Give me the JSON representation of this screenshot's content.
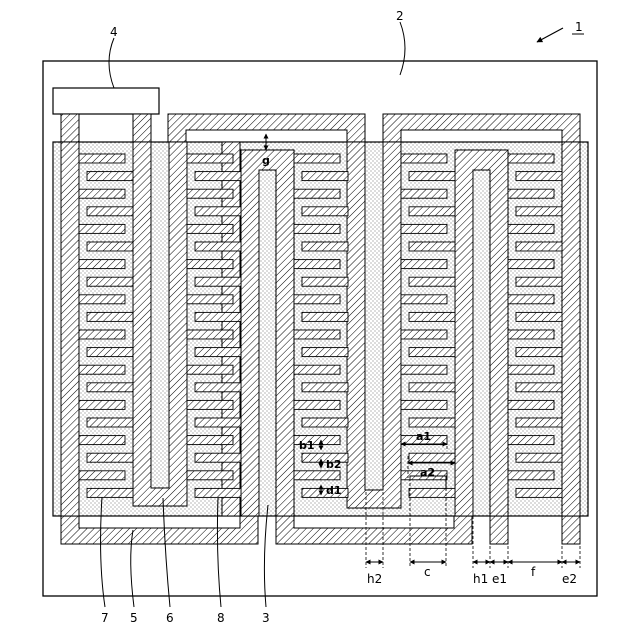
{
  "figure": {
    "ref_labels": {
      "device": "1",
      "substrate": "2",
      "slit": "3",
      "pad": "4",
      "lower_line": "5",
      "elbow": "6",
      "bottom_finger": "7",
      "finger_8": "8"
    },
    "dimension_labels": {
      "a1": "a1",
      "a2": "a2",
      "b1": "b1",
      "b2": "b2",
      "d1": "d1",
      "g": "g",
      "h2": "h2",
      "c": "c",
      "h1": "h1",
      "e1": "e1",
      "f": "f",
      "e2": "e2"
    }
  }
}
